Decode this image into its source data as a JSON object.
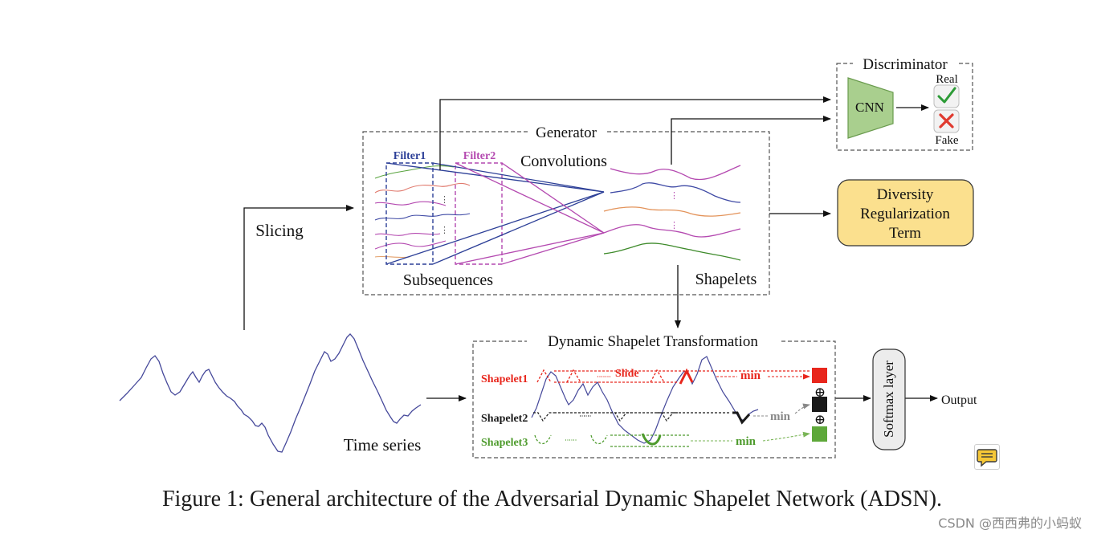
{
  "figure": {
    "caption": "Figure 1: General architecture of the Adversarial Dynamic Shapelet Network (ADSN)."
  },
  "generator": {
    "title": "Generator",
    "filter1_label": "Filter1",
    "filter2_label": "Filter2",
    "convolutions_label": "Convolutions",
    "subsequences_label": "Subsequences",
    "shapelets_label": "Shapelets"
  },
  "discriminator": {
    "title": "Discriminator",
    "cnn_label": "CNN",
    "real_label": "Real",
    "fake_label": "Fake"
  },
  "diversity": {
    "line1": "Diversity",
    "line2": "Regularization",
    "line3": "Term"
  },
  "slicing_label": "Slicing",
  "time_series_label": "Time series",
  "dst": {
    "title": "Dynamic Shapelet Transformation",
    "shapelet1_label": "Shapelet1",
    "shapelet2_label": "Shapelet2",
    "shapelet3_label": "Shapelet3",
    "slide_label": "Slide",
    "min1_label": "min",
    "min2_label": "min",
    "min3_label": "min",
    "oplus1": "⊕",
    "oplus2": "⊕"
  },
  "softmax_label": "Softmax layer",
  "output_label": "Output",
  "watermark": "CSDN @西西弗的小蚂蚁",
  "icons": [
    "check-icon",
    "cross-icon",
    "chat-icon"
  ],
  "colors": {
    "filter1": "#2c3f97",
    "filter2": "#b449b0",
    "shapelet1": "#e8261c",
    "shapelet2": "#1a1a1a",
    "shapelet3": "#4e9b2d",
    "cnn_fill": "#a9cf8e",
    "diversity_fill": "#fbe08e",
    "series_line": "#45489a"
  }
}
